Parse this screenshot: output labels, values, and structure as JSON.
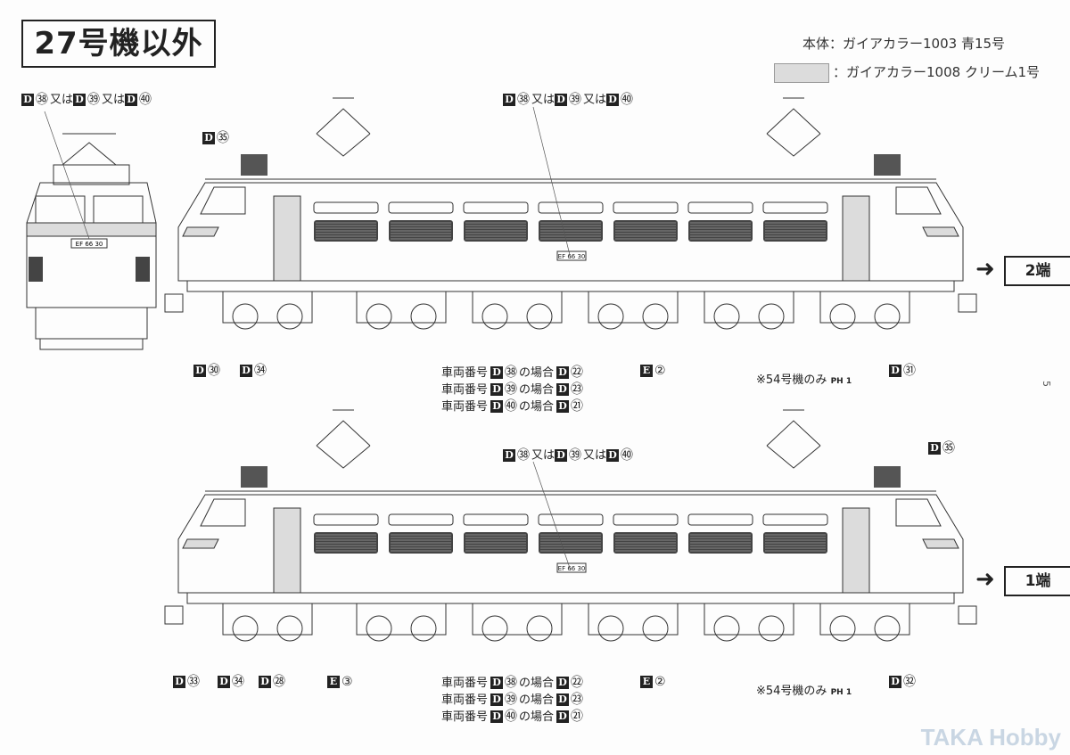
{
  "title": "27号機以外",
  "legend": {
    "body_label": "本体",
    "body_paint": "：ガイアカラー1003 青15号",
    "cream_paint": "：ガイアカラー1008 クリーム1号",
    "cream_color": "#dcdcdc"
  },
  "number_plate": "EF 66 30",
  "top_diagram": {
    "front_callout": [
      {
        "badge": "D",
        "num": "㊳",
        "text": "又は"
      },
      {
        "badge": "D",
        "num": "㊴",
        "text": "又は"
      },
      {
        "badge": "D",
        "num": "㊵",
        "text": ""
      }
    ],
    "center_callout": [
      {
        "badge": "D",
        "num": "㊳",
        "text": "又は"
      },
      {
        "badge": "D",
        "num": "㊴",
        "text": "又は"
      },
      {
        "badge": "D",
        "num": "㊵",
        "text": ""
      }
    ],
    "cab_callout": [
      {
        "badge": "D",
        "num": "㉟",
        "text": ""
      }
    ],
    "bottom_callouts": [
      [
        {
          "badge": "D",
          "num": "㉚",
          "text": ""
        }
      ],
      [
        {
          "badge": "D",
          "num": "㉞",
          "text": ""
        }
      ],
      [
        {
          "badge": "E",
          "num": "②",
          "text": ""
        }
      ],
      [
        {
          "badge": "D",
          "num": "㉛",
          "text": ""
        }
      ]
    ],
    "vehicle_numbers": [
      {
        "prefix": "車両番号",
        "badge": "D",
        "num": "㊳",
        "mid": "の場合",
        "badge2": "D",
        "num2": "㉒"
      },
      {
        "prefix": "車両番号",
        "badge": "D",
        "num": "㊴",
        "mid": "の場合",
        "badge2": "D",
        "num2": "㉓"
      },
      {
        "prefix": "車両番号",
        "badge": "D",
        "num": "㊵",
        "mid": "の場合",
        "badge2": "D",
        "num2": "㉑"
      }
    ],
    "note": "※54号機のみ",
    "note_ref": "PH 1",
    "end_label": "2端"
  },
  "bottom_diagram": {
    "center_callout": [
      {
        "badge": "D",
        "num": "㊳",
        "text": "又は"
      },
      {
        "badge": "D",
        "num": "㊴",
        "text": "又は"
      },
      {
        "badge": "D",
        "num": "㊵",
        "text": ""
      }
    ],
    "cab_callout": [
      {
        "badge": "D",
        "num": "㉟",
        "text": ""
      }
    ],
    "bottom_callouts": [
      [
        {
          "badge": "D",
          "num": "㉝",
          "text": ""
        }
      ],
      [
        {
          "badge": "D",
          "num": "㉞",
          "text": ""
        }
      ],
      [
        {
          "badge": "D",
          "num": "㉘",
          "text": ""
        }
      ],
      [
        {
          "badge": "E",
          "num": "③",
          "text": ""
        }
      ],
      [
        {
          "badge": "E",
          "num": "②",
          "text": ""
        }
      ],
      [
        {
          "badge": "D",
          "num": "㉜",
          "text": ""
        }
      ]
    ],
    "vehicle_numbers": [
      {
        "prefix": "車両番号",
        "badge": "D",
        "num": "㊳",
        "mid": "の場合",
        "badge2": "D",
        "num2": "㉒"
      },
      {
        "prefix": "車両番号",
        "badge": "D",
        "num": "㊴",
        "mid": "の場合",
        "badge2": "D",
        "num2": "㉓"
      },
      {
        "prefix": "車両番号",
        "badge": "D",
        "num": "㊵",
        "mid": "の場合",
        "badge2": "D",
        "num2": "㉑"
      }
    ],
    "note": "※54号機のみ",
    "note_ref": "PH 1",
    "end_label": "1端"
  },
  "page_number": "5",
  "watermark": "TAKA Hobby"
}
